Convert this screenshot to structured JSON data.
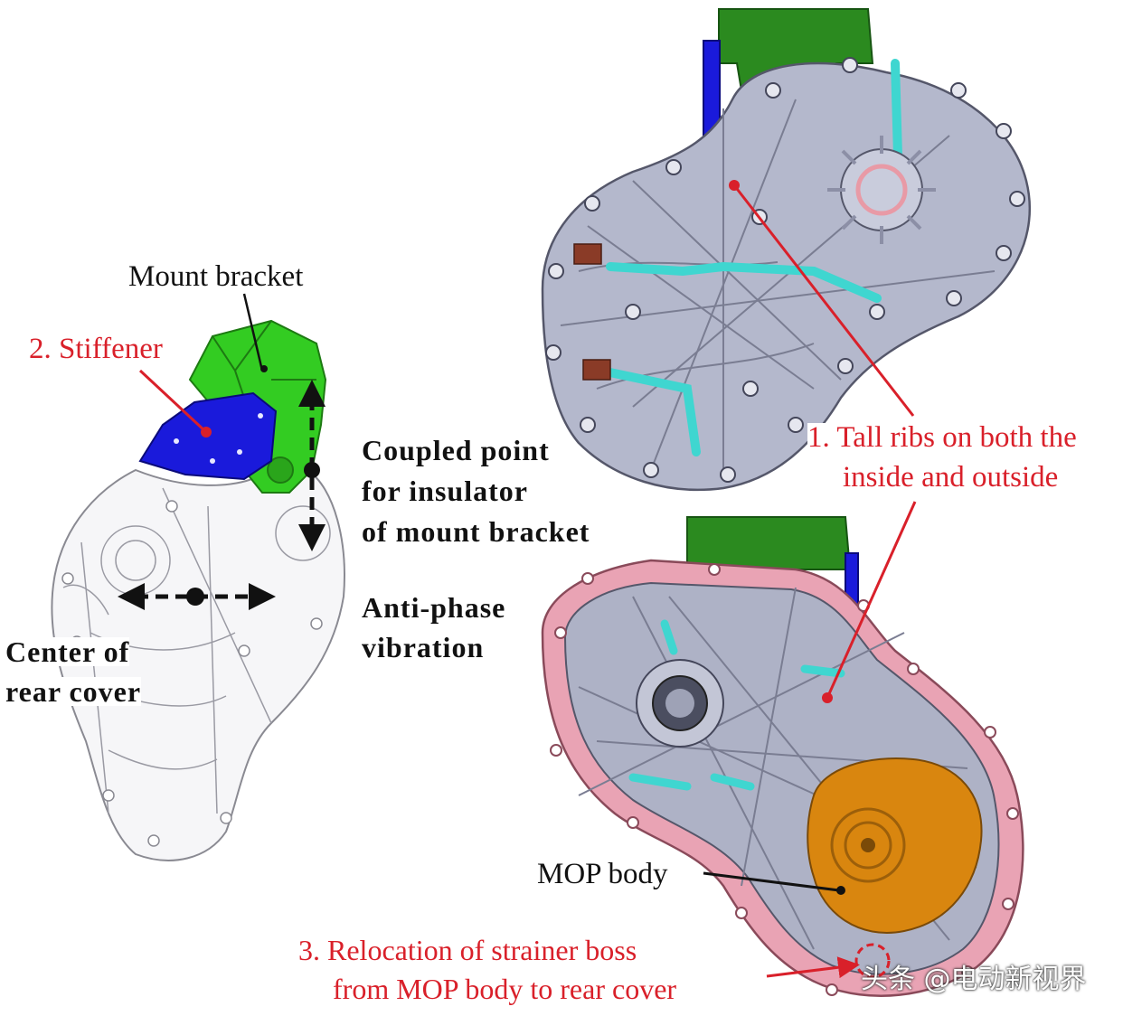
{
  "labels": {
    "mount_bracket": "Mount bracket",
    "stiffener": "2. Stiffener",
    "coupled_point": [
      "Coupled point",
      "for insulator",
      "of mount bracket"
    ],
    "anti_phase": [
      "Anti-phase",
      "vibration"
    ],
    "center_rear_cover": [
      "Center of",
      "rear cover"
    ],
    "tall_ribs": [
      "1. Tall ribs on both the",
      "inside and outside"
    ],
    "mop_body": "MOP body",
    "relocation": [
      "3. Relocation of strainer boss",
      "from MOP body to rear cover"
    ]
  },
  "watermark": "头条 @电动新视界",
  "colors": {
    "red_callout": "#d9202a",
    "bracket_green": "#33cc22",
    "stiffener_blue": "#1a1adb",
    "ribs_cyan": "#3fd6d0",
    "mop_orange": "#d9860f",
    "gasket_pink": "#e9a3b4",
    "housing_grey": "#b4b8cc"
  }
}
